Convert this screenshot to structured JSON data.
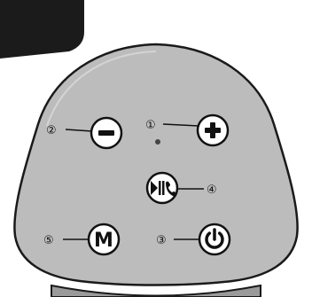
{
  "colors": {
    "panel_fill": "#bcbcbc",
    "panel_outline": "#1a1a1a",
    "button_fill": "#ffffff",
    "ink": "#111111",
    "corner_tag": "#1b1b1b"
  },
  "corner_tag": {
    "text": ""
  },
  "buttons": {
    "minus": {
      "callout": "②",
      "icon": "minus-icon"
    },
    "plus": {
      "callout": "①",
      "icon": "plus-icon"
    },
    "play_call": {
      "callout": "④",
      "icon": "play-pause-call-icon"
    },
    "mode": {
      "callout": "⑤",
      "label": "M"
    },
    "power": {
      "callout": "③",
      "icon": "power-icon"
    }
  },
  "indicator": {
    "icon": "status-led-icon"
  }
}
